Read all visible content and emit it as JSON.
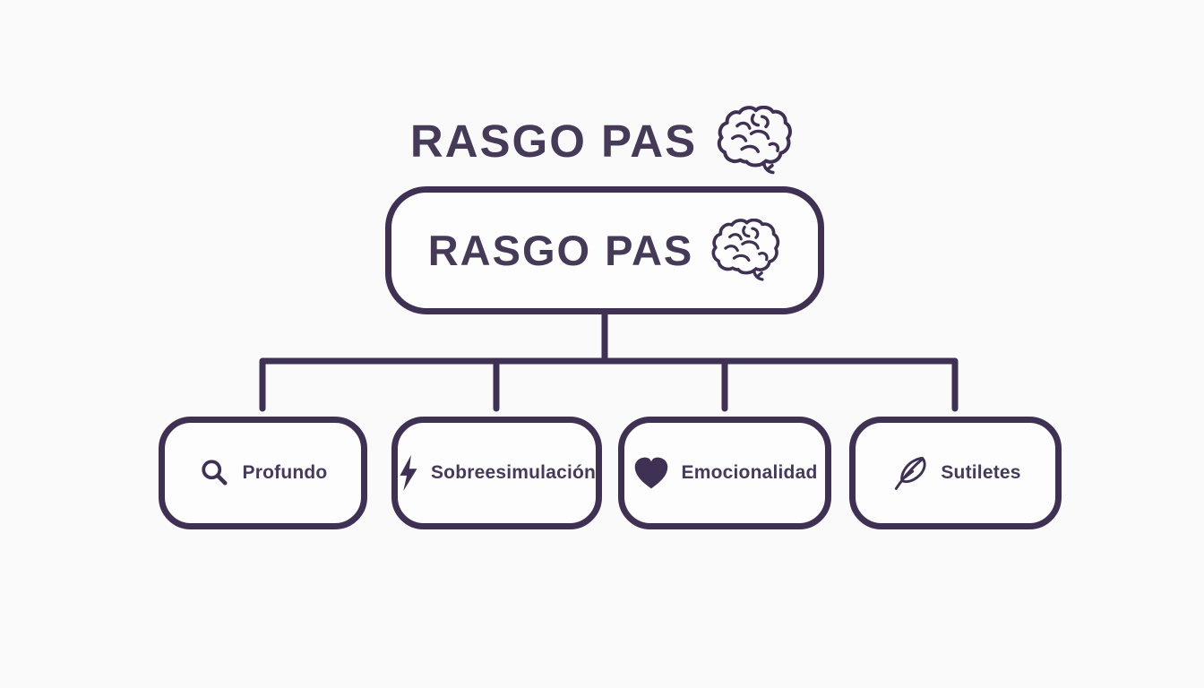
{
  "page": {
    "background": "#fbfafa",
    "type": "mind-map-diagram"
  },
  "colors": {
    "accent_line": "#3f3153",
    "text": "#463a5c",
    "node_fill": "#fefdfe"
  },
  "title": {
    "text": "RASGO PAS",
    "icon": "brain-icon"
  },
  "root_node": {
    "label": "RASGO PAS",
    "icon": "brain-icon"
  },
  "children": [
    {
      "label": "Profundo",
      "icon": "search-icon"
    },
    {
      "label": "Sobreesimulación",
      "icon": "lightning-icon"
    },
    {
      "label": "Emocionalidad",
      "icon": "heart-icon"
    },
    {
      "label": "Sutiletes",
      "icon": "feather-icon"
    }
  ]
}
